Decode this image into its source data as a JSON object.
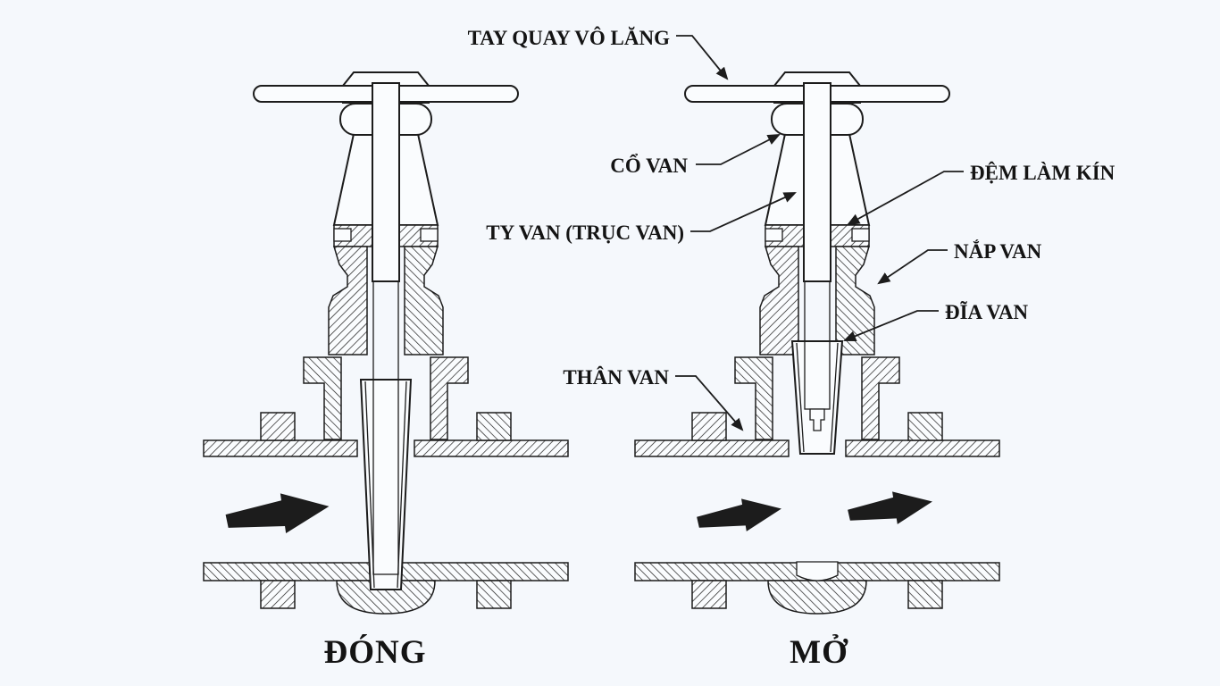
{
  "diagram": {
    "title_context": "gate-valve-cross-section",
    "colors": {
      "background": "#f5f8fc",
      "ink": "#1c1c1c",
      "shape_fill": "#fafcfe"
    },
    "labels": {
      "handwheel": "TAY QUAY VÔ LĂNG",
      "neck": "CỔ VAN",
      "stem": "TY VAN (TRỤC VAN)",
      "packing": "ĐỆM LÀM KÍN",
      "bonnet": "NẮP VAN",
      "disc": "ĐĨA VAN",
      "body": "THÂN VAN"
    },
    "captions": {
      "closed": "ĐÓNG",
      "open": "MỞ"
    }
  }
}
